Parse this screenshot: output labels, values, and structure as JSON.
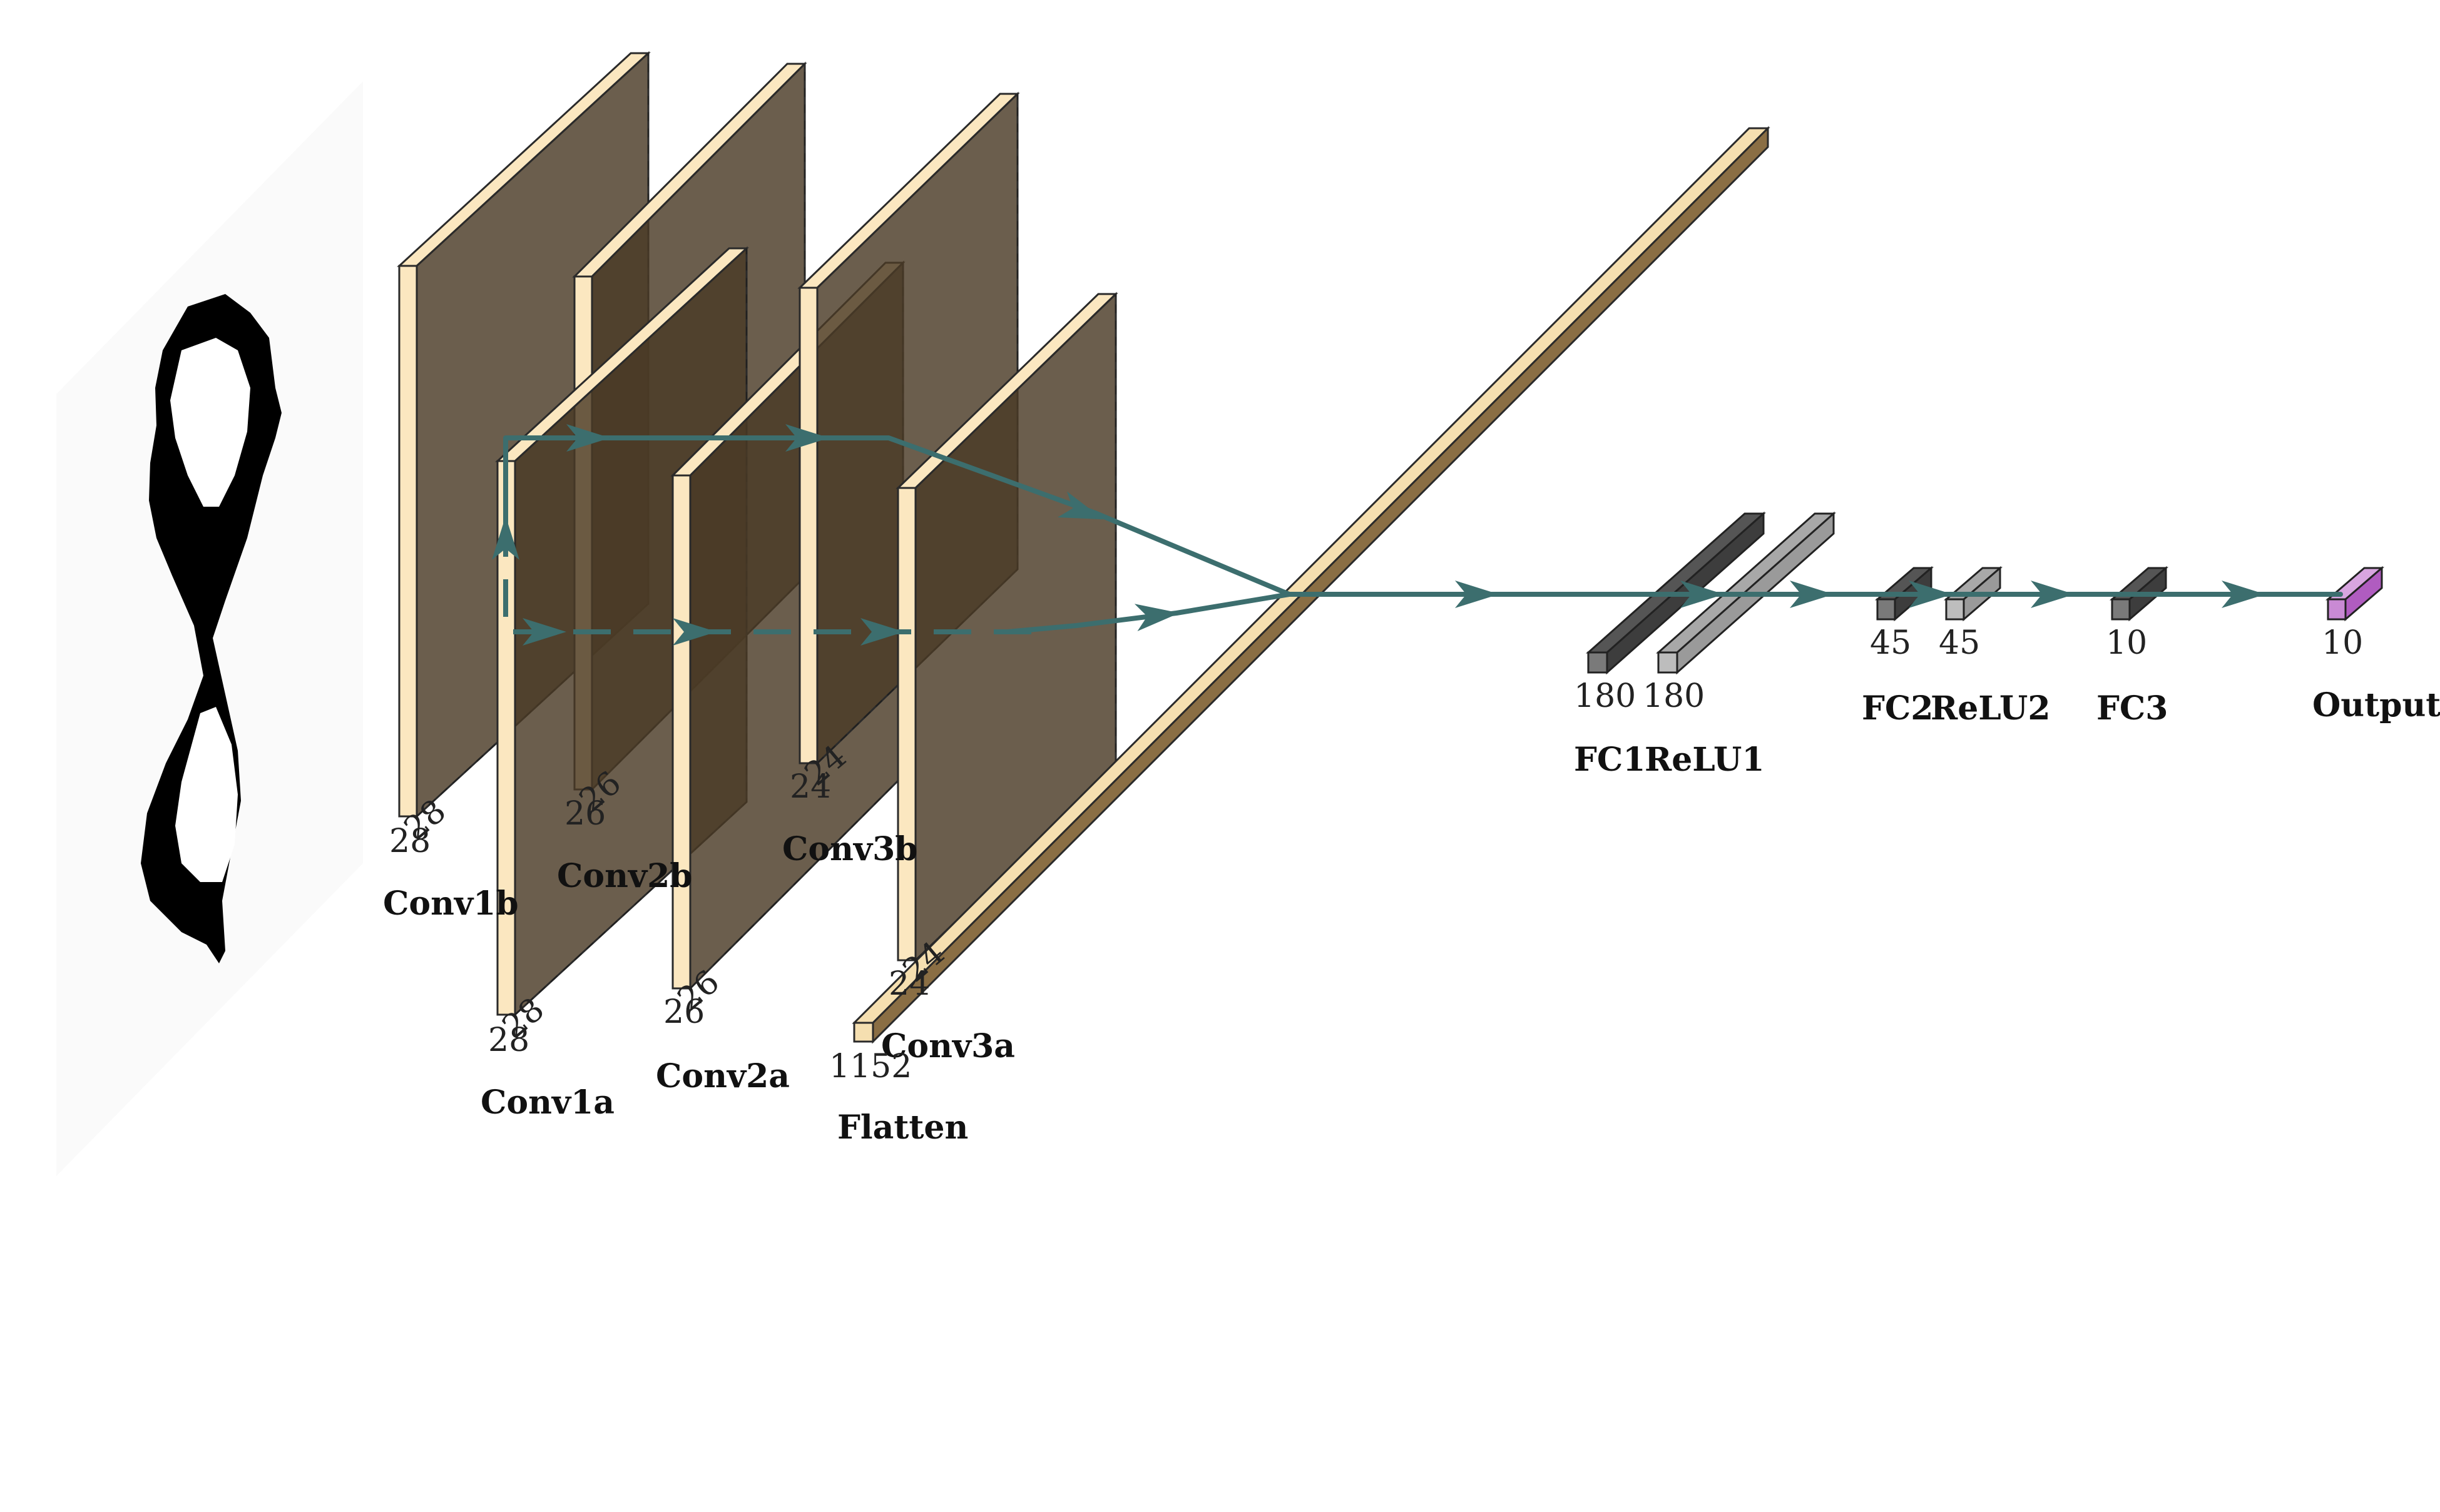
{
  "layers": [
    {
      "id": "conv1b",
      "name": "Conv1b",
      "dims": [
        "28",
        "28"
      ]
    },
    {
      "id": "conv1a",
      "name": "Conv1a",
      "dims": [
        "28",
        "28"
      ]
    },
    {
      "id": "conv2b",
      "name": "Conv2b",
      "dims": [
        "26",
        "26"
      ]
    },
    {
      "id": "conv2a",
      "name": "Conv2a",
      "dims": [
        "26",
        "26"
      ]
    },
    {
      "id": "conv3b",
      "name": "Conv3b",
      "dims": [
        "24",
        "24"
      ]
    },
    {
      "id": "conv3a",
      "name": "Conv3a",
      "dims": [
        "24",
        "24"
      ]
    },
    {
      "id": "flatten",
      "name": "Flatten",
      "dims": [
        "1152"
      ]
    },
    {
      "id": "fc1",
      "name": "FC1",
      "dims": [
        "180"
      ]
    },
    {
      "id": "relu1",
      "name": "ReLU1",
      "dims": [
        "180"
      ]
    },
    {
      "id": "fc2",
      "name": "FC2",
      "dims": [
        "45"
      ]
    },
    {
      "id": "relu2",
      "name": "ReLU2",
      "dims": [
        "45"
      ]
    },
    {
      "id": "fc3",
      "name": "FC3",
      "dims": [
        "10"
      ]
    },
    {
      "id": "output",
      "name": "Output",
      "dims": [
        "10"
      ]
    }
  ],
  "colors": {
    "conv_edge": "#fbe7c0",
    "conv_face": "#4a3b26",
    "flatten": "#f5dfb0",
    "fc_dark": "#3d3d3d",
    "fc_light": "#9a9a9a",
    "output": "#b05cc0",
    "flow": "#3c6e6e"
  },
  "input_image": {
    "depicts": "handwritten digit 8"
  }
}
